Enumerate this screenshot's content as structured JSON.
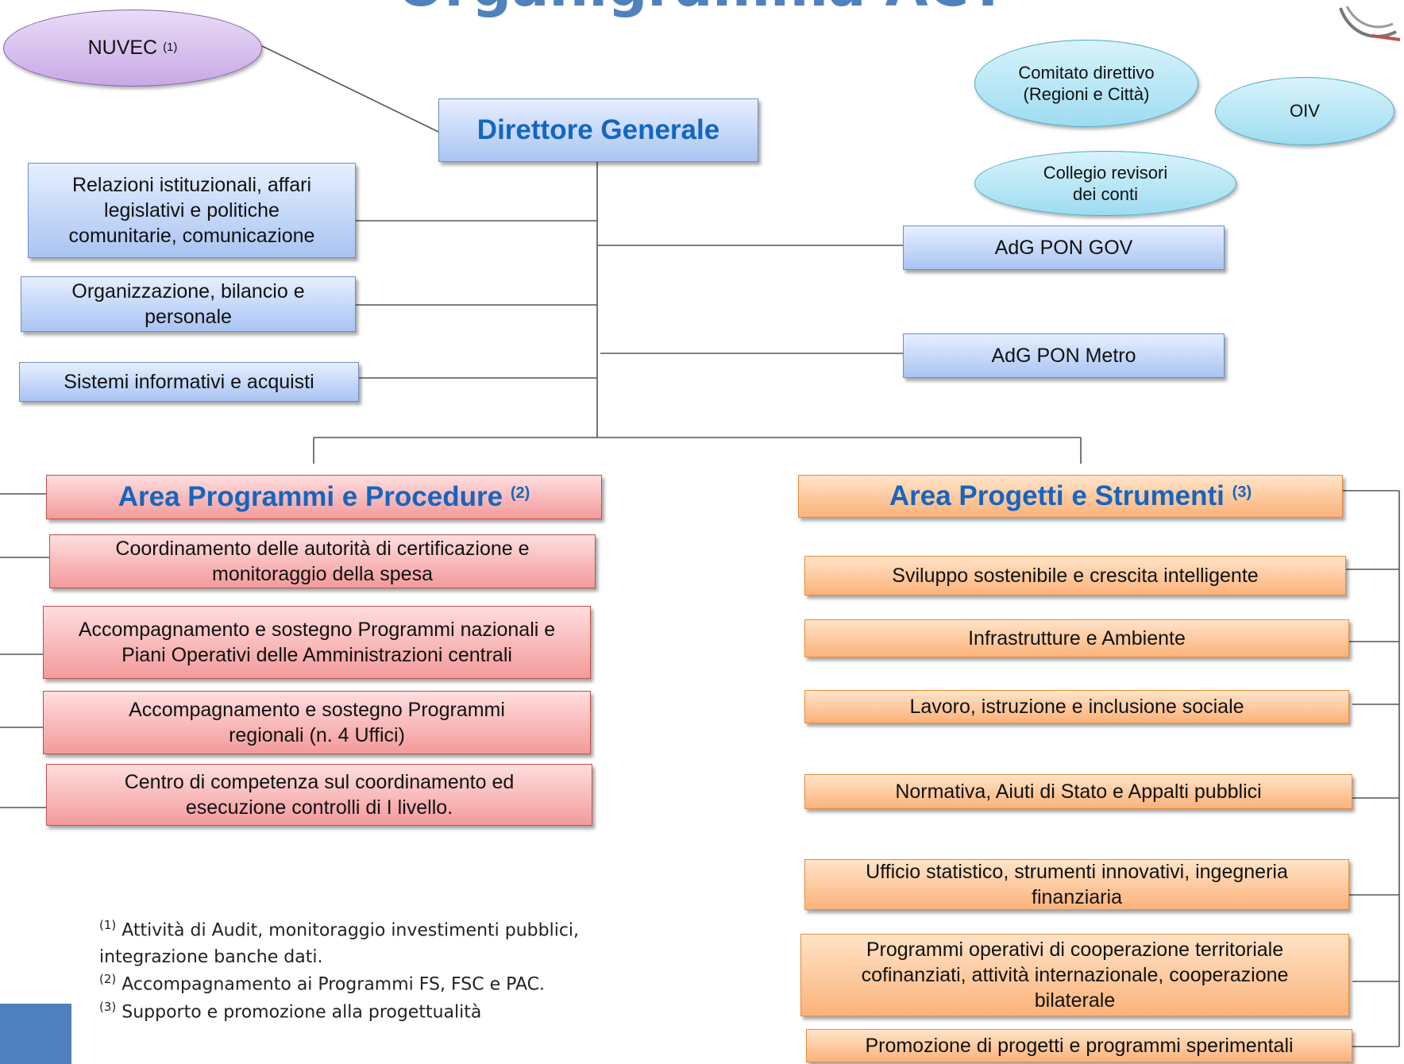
{
  "title": "Organigramma ACT",
  "top": {
    "nuvec": "NUVEC",
    "nuvec_ref": "(1)",
    "direttore": "Direttore Generale",
    "comitato": "Comitato direttivo (Regioni e Città)",
    "oiv": "OIV",
    "collegio": "Collegio revisori dei conti"
  },
  "staff_left": [
    "Relazioni istituzionali, affari legislativi e politiche comunitarie, comunicazione",
    "Organizzazione, bilancio e personale",
    "Sistemi informativi e acquisti"
  ],
  "staff_right": [
    "AdG PON GOV",
    "AdG PON Metro"
  ],
  "area_programmi": {
    "title": "Area Programmi e Procedure",
    "ref": "(2)",
    "items": [
      "Coordinamento delle autorità di certificazione e monitoraggio della spesa",
      "Accompagnamento e sostegno Programmi nazionali e Piani Operativi delle Amministrazioni centrali",
      "Accompagnamento e sostegno Programmi regionali (n. 4 Uffici)",
      "Centro di competenza sul coordinamento ed esecuzione controlli di I livello."
    ]
  },
  "area_progetti": {
    "title": "Area Progetti e Strumenti",
    "ref": "(3)",
    "items": [
      "Sviluppo sostenibile e crescita intelligente",
      "Infrastrutture e Ambiente",
      "Lavoro, istruzione e inclusione sociale",
      "Normativa, Aiuti di Stato e Appalti pubblici",
      "Ufficio statistico, strumenti innovativi, ingegneria finanziaria",
      "Programmi operativi di cooperazione territoriale cofinanziati, attività internazionale, cooperazione bilaterale",
      "Promozione di progetti e programmi sperimentali"
    ]
  },
  "notes": [
    {
      "ref": "(1)",
      "text": "Attività di Audit, monitoraggio investimenti pubblici, integrazione banche dati."
    },
    {
      "ref": "(2)",
      "text": "Accompagnamento ai Programmi FS, FSC e PAC."
    },
    {
      "ref": "(3)",
      "text": "Supporto e promozione alla progettualità"
    }
  ]
}
